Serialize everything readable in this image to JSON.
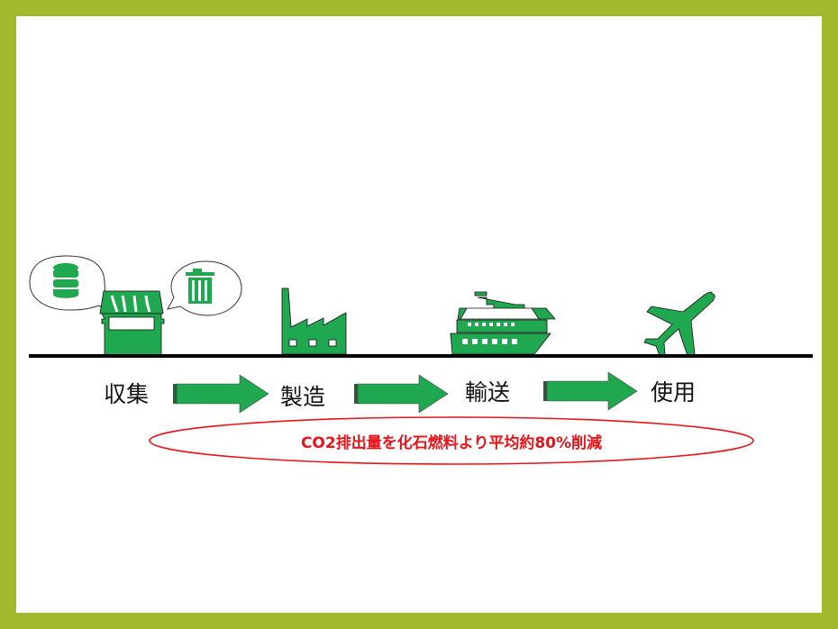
{
  "steps": [
    {
      "label": "収集",
      "icon": "store-icon"
    },
    {
      "label": "製造",
      "icon": "factory-icon"
    },
    {
      "label": "輸送",
      "icon": "ship-icon"
    },
    {
      "label": "使用",
      "icon": "airplane-icon"
    }
  ],
  "bubbles": [
    "database-icon",
    "trash-can-icon"
  ],
  "note": "CO2排出量を化石燃料より平均約80%削減",
  "colors": {
    "frame": "#a3b82c",
    "icon_green": "#1fa84f",
    "note_red": "#e8141a"
  }
}
